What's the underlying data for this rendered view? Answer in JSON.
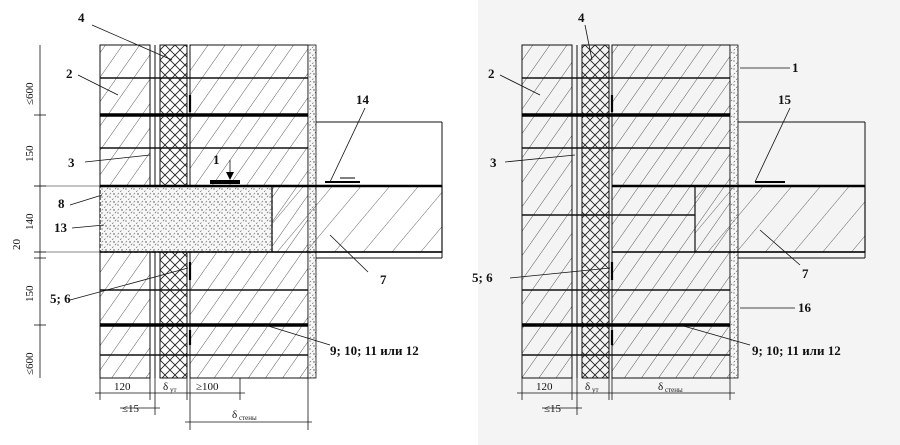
{
  "left_detail": {
    "callouts": [
      "4",
      "2",
      "3",
      "8",
      "13",
      "5; 6",
      "14",
      "1",
      "7",
      "9; 10; 11 или 12"
    ],
    "vertical_dims": [
      "≤600",
      "150",
      "140",
      "20",
      "150",
      "≤600"
    ],
    "bottom_dims": [
      "120",
      "δ",
      "ут",
      "≥100",
      "≤15",
      "δ",
      "стены"
    ]
  },
  "right_detail": {
    "callouts": [
      "4",
      "2",
      "1",
      "3",
      "15",
      "5; 6",
      "7",
      "16",
      "9; 10; 11 или 12"
    ],
    "bottom_dims": [
      "120",
      "δ",
      "ут",
      "≤15",
      "δ",
      "стены"
    ]
  },
  "colors": {
    "line": "#111111",
    "background": "#ffffff",
    "right_panel_bg": "#f4f4f4"
  }
}
